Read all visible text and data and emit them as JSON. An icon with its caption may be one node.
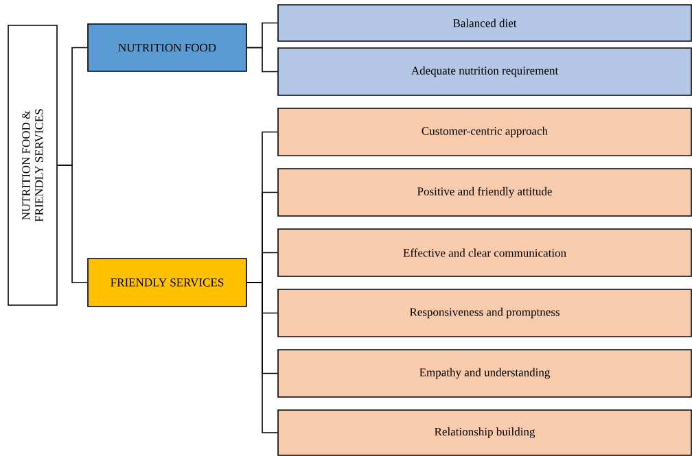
{
  "diagram": {
    "nodes": [
      {
        "text": [
          "NUTRITION FOOD & FRIENDLY SERVICES"
        ]
      },
      {
        "text": [
          "NUTRITION FOOD"
        ]
      },
      {
        "text": [
          "FRIENDLY SERVICES"
        ]
      },
      {
        "text": [
          "Balanced diet"
        ]
      },
      {
        "text": [
          "Adequate nutrition requirement"
        ]
      },
      {
        "text": [
          "Customer-centric approach"
        ]
      },
      {
        "text": [
          "Positive and friendly attitude"
        ]
      },
      {
        "text": [
          "Effective and clear communication"
        ]
      },
      {
        "text": [
          "Responsiveness and promptness"
        ]
      },
      {
        "text": [
          "Empathy and understanding"
        ]
      },
      {
        "text": [
          "Relationship building"
        ]
      }
    ],
    "edges": [
      {
        "from": 0,
        "to": 1,
        "arrow": "none"
      },
      {
        "from": 0,
        "to": 2,
        "arrow": "none"
      },
      {
        "from": 1,
        "to": 3,
        "arrow": "none"
      },
      {
        "from": 1,
        "to": 4,
        "arrow": "none"
      },
      {
        "from": 2,
        "to": 5,
        "arrow": "none"
      },
      {
        "from": 2,
        "to": 6,
        "arrow": "none"
      },
      {
        "from": 2,
        "to": 7,
        "arrow": "none"
      },
      {
        "from": 2,
        "to": 8,
        "arrow": "none"
      },
      {
        "from": 2,
        "to": 9,
        "arrow": "none"
      },
      {
        "from": 2,
        "to": 10,
        "arrow": "none"
      }
    ]
  }
}
